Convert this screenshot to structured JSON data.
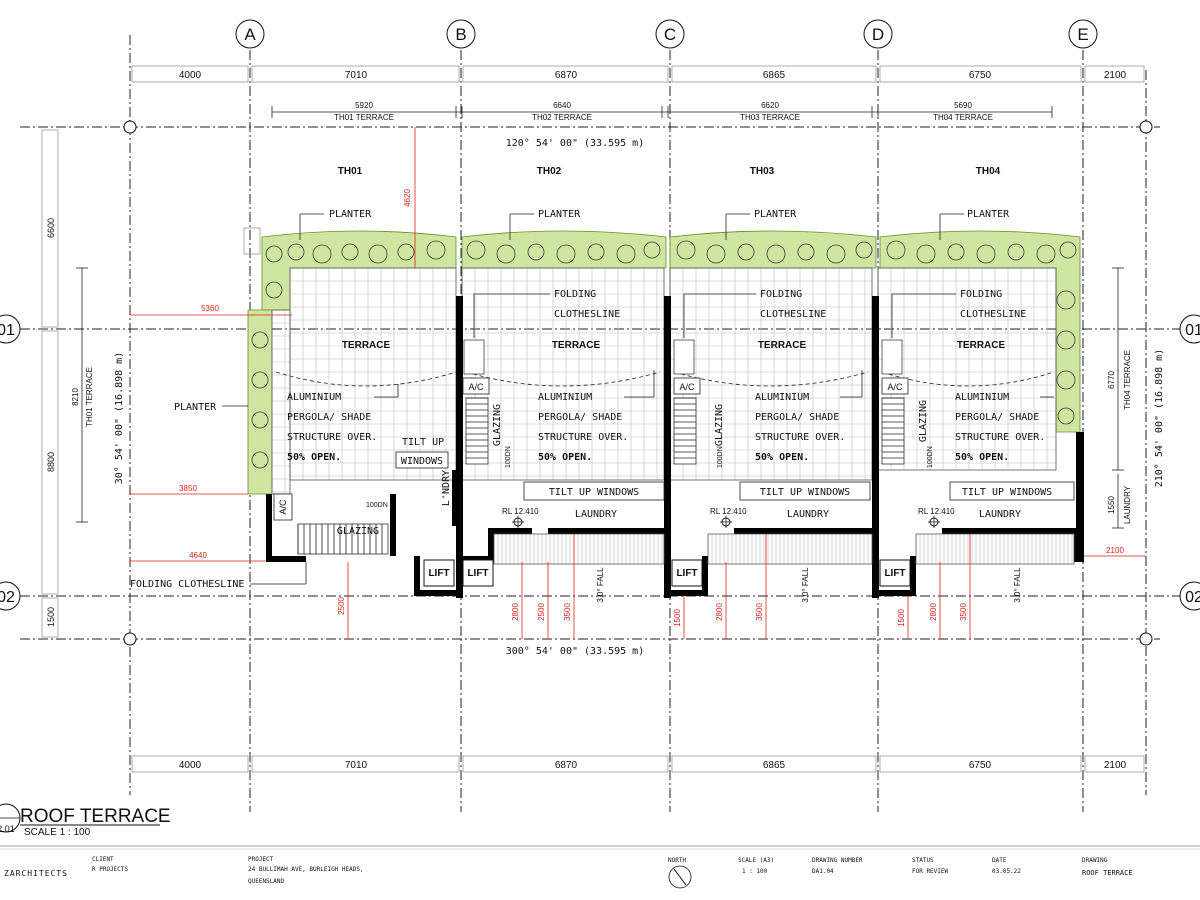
{
  "grid": {
    "columns": [
      "A",
      "B",
      "C",
      "D",
      "E"
    ],
    "rows": [
      "01",
      "02"
    ]
  },
  "top_dims": [
    "4000",
    "7010",
    "6870",
    "6865",
    "6750",
    "2100"
  ],
  "bottom_dims": [
    "4000",
    "7010",
    "6870",
    "6865",
    "6750",
    "2100"
  ],
  "terrace_dims": [
    {
      "value": "5920",
      "label": "TH01 TERRACE"
    },
    {
      "value": "6640",
      "label": "TH02 TERRACE"
    },
    {
      "value": "6620",
      "label": "TH03 TERRACE"
    },
    {
      "value": "5690",
      "label": "TH04 TERRACE"
    }
  ],
  "bearings": {
    "top": "120° 54' 00\" (33.595 m)",
    "bottom": "300° 54' 00\" (33.595 m)",
    "left": "30° 54' 00\" (16.898 m)",
    "right": "210° 54' 00\" (16.898 m)"
  },
  "left_dims": [
    "6600",
    "8800",
    "1500"
  ],
  "th01_side": {
    "value": "8210",
    "label": "TH01 TERRACE"
  },
  "th04_side": {
    "value": "6770",
    "label": "TH04 TERRACE"
  },
  "laundry_side": {
    "value": "1550",
    "label": "LAUNDRY"
  },
  "red_dims": {
    "top": "4620",
    "d5360": "5360",
    "d3850": "3850",
    "d4640": "4640",
    "d2100": "2100",
    "d2500a": "2500",
    "th2": [
      "2800",
      "2500",
      "3500"
    ],
    "th3": [
      "1500",
      "2800",
      "3500"
    ],
    "th4": [
      "1500",
      "2800",
      "3500"
    ]
  },
  "units": [
    "TH01",
    "TH02",
    "TH03",
    "TH04"
  ],
  "labels": {
    "planter": "PLANTER",
    "terrace": "TERRACE",
    "folding1": "FOLDING",
    "folding2": "CLOTHESLINE",
    "pergola": [
      "ALUMINIUM",
      "PERGOLA/ SHADE",
      "STRUCTURE OVER.",
      "50% OPEN."
    ],
    "ac": "A/C",
    "glazing": "GLAZING",
    "tilt_up": "TILT UP WINDOWS",
    "tilt_up_1": "TILT UP",
    "windows": "WINDOWS",
    "laundry": "LAUNDRY",
    "lndry": "L'NDRY",
    "lift": "LIFT",
    "dn": "100DN",
    "rl": "RL 12.410",
    "fall": "3.0° FALL",
    "folding_clothesline": "FOLDING CLOTHESLINE"
  },
  "title": {
    "name": "ROOF TERRACE",
    "number": "2.01",
    "scale": "SCALE 1 : 100"
  },
  "title_block": {
    "firm": "ZARCHITECTS",
    "client_label": "CLIENT",
    "client": "R PROJECTS",
    "project_label": "PROJECT",
    "project_1": "24 BULLIMAH AVE, BURLEIGH HEADS,",
    "project_2": "QUEENSLAND",
    "north_label": "NORTH",
    "scale_label": "SCALE (A3)",
    "scale": "1 : 100",
    "drawing_number_label": "DRAWING NUMBER",
    "drawing_number": "DA1.04",
    "status_label": "STATUS",
    "status": "FOR REVIEW",
    "date_label": "DATE",
    "date": "03.05.22",
    "drawing_label": "DRAWING",
    "drawing": "ROOF TERRACE"
  }
}
